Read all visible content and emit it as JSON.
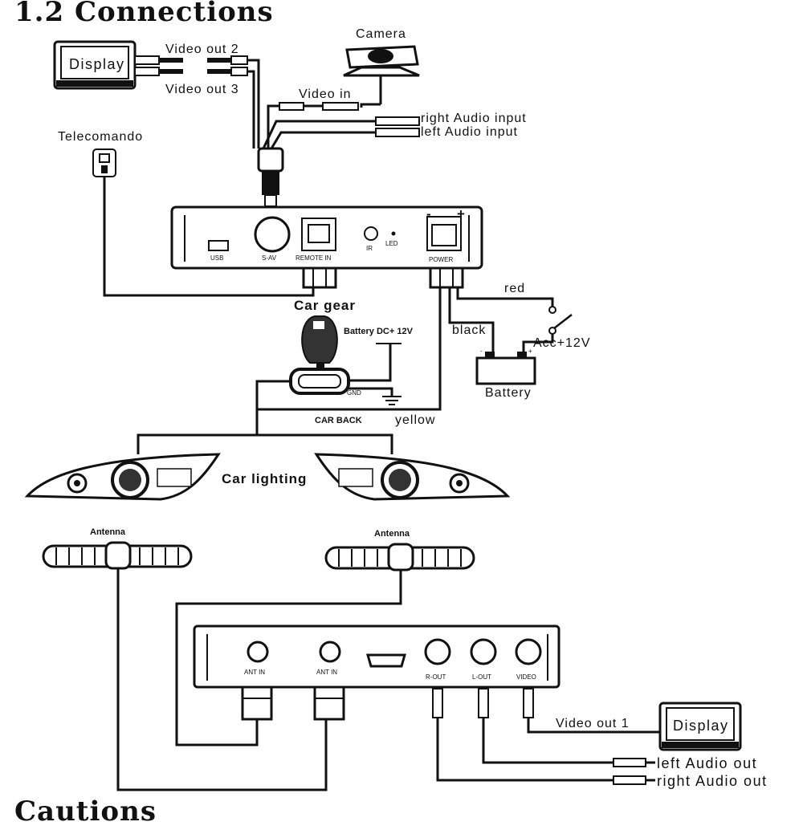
{
  "headings": {
    "section": "1.2  Connections",
    "cautions": "Cautions"
  },
  "top_unit": {
    "display_label": "Display",
    "camera_label": "Camera",
    "video_out_2": "Video out 2",
    "video_out_3": "Video out 3",
    "video_in": "Video in",
    "right_audio_input": "right Audio input",
    "left_audio_input": "left Audio input",
    "telecomando": "Telecomando",
    "ports": {
      "usb": "USB",
      "s_av": "S-AV",
      "remote_in": "REMOTE IN",
      "ir": "IR",
      "led": "LED",
      "power": "POWER",
      "minus": "-",
      "plus": "+"
    },
    "car_gear": "Car gear",
    "battery_dc": "Battery  DC+ 12V",
    "red": "red",
    "black": "black",
    "acc": "Acc+12V",
    "battery": "Battery",
    "gnd": "GND",
    "car_back": "CAR BACK",
    "yellow": "yellow",
    "car_lighting": "Car lighting"
  },
  "bottom_unit": {
    "antenna_left": "Antenna",
    "antenna_right": "Antenna",
    "ports": {
      "ant_in_1": "ANT IN",
      "ant_in_2": "ANT IN",
      "r_out": "R-OUT",
      "l_out": "L-OUT",
      "video": "VIDEO"
    },
    "video_out_1": "Video out 1",
    "display_label": "Display",
    "left_audio_out": "left Audio out",
    "right_audio_out": "right Audio out"
  },
  "icons": [
    "display-icon",
    "camera-icon",
    "remote-sensor-icon",
    "gear-knob-icon",
    "battery-icon",
    "switch-icon",
    "ground-icon",
    "headlight-icon",
    "antenna-icon",
    "rca-plug-icon"
  ]
}
